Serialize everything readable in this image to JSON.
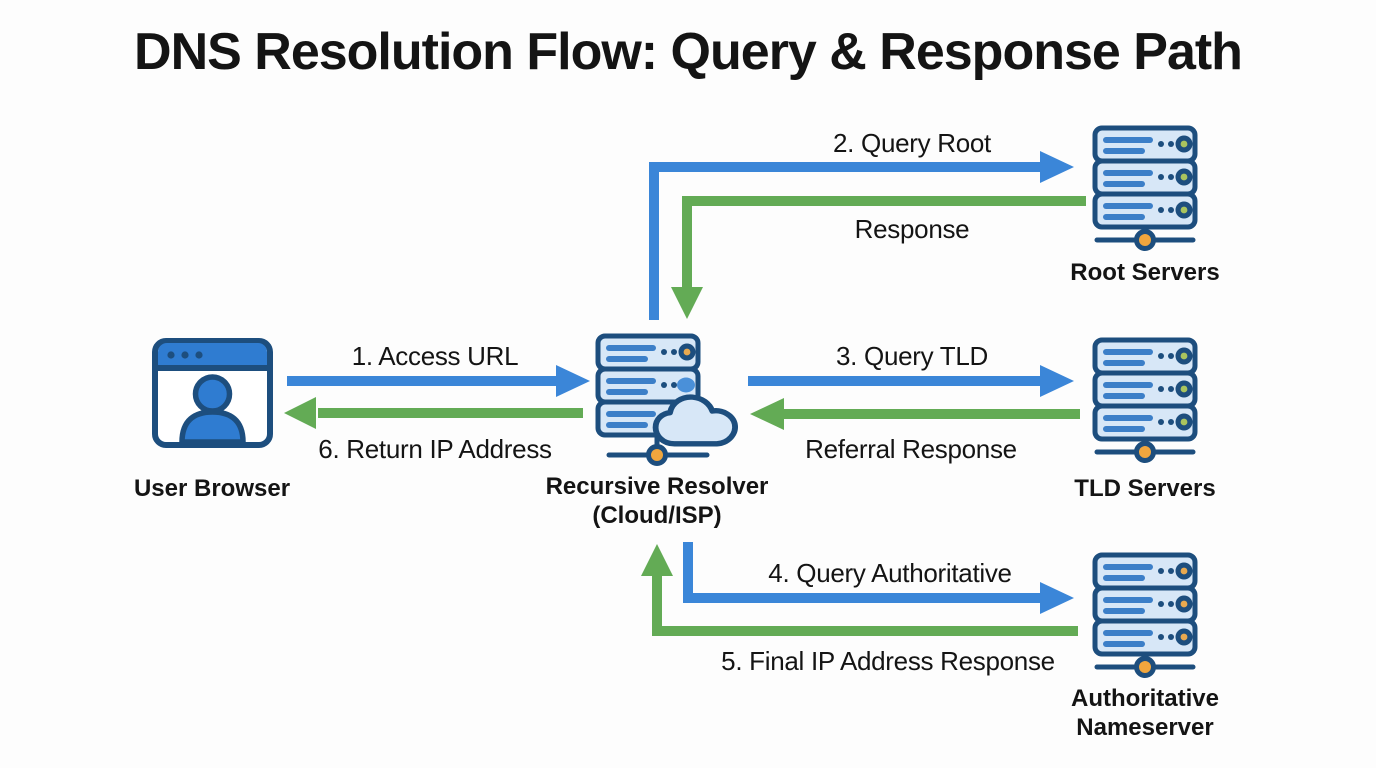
{
  "title": "DNS Resolution Flow: Query & Response Path",
  "nodes": {
    "user_browser": {
      "label": "User Browser"
    },
    "recursive_resolver": {
      "label_line1": "Recursive Resolver",
      "label_line2": "(Cloud/ISP)"
    },
    "root_servers": {
      "label": "Root Servers"
    },
    "tld_servers": {
      "label": "TLD Servers"
    },
    "authoritative_nameserver": {
      "label_line1": "Authoritative",
      "label_line2": "Nameserver"
    }
  },
  "edges": {
    "access_url": {
      "label": "1. Access URL",
      "kind": "query",
      "direction": "user_browser → recursive_resolver"
    },
    "query_root": {
      "label": "2. Query Root",
      "kind": "query",
      "direction": "recursive_resolver → root_servers"
    },
    "root_response": {
      "label": "Response",
      "kind": "response",
      "direction": "root_servers → recursive_resolver"
    },
    "query_tld": {
      "label": "3. Query TLD",
      "kind": "query",
      "direction": "recursive_resolver → tld_servers"
    },
    "referral_response": {
      "label": "Referral Response",
      "kind": "response",
      "direction": "tld_servers → recursive_resolver"
    },
    "query_authoritative": {
      "label": "4. Query Authoritative",
      "kind": "query",
      "direction": "recursive_resolver → authoritative_nameserver"
    },
    "final_response": {
      "label": "5. Final IP Address Response",
      "kind": "response",
      "direction": "authoritative_nameserver → recursive_resolver"
    },
    "return_ip": {
      "label": "6. Return IP Address",
      "kind": "response",
      "direction": "recursive_resolver → user_browser"
    }
  },
  "colors": {
    "query_arrow": "#3b86d8",
    "response_arrow": "#63ab55",
    "icon_outline": "#1d4e7e",
    "icon_fill": "#d7e7f7",
    "icon_bar": "#3c7fc8",
    "icon_led_green": "#a9c45e",
    "icon_led_orange": "#e9a94f",
    "node_dot_orange": "#f0a63e",
    "browser_blue": "#2f7cd1",
    "resolver_led_blue": "#4a90d9",
    "text": "#141414",
    "background": "#fdfdfd"
  }
}
